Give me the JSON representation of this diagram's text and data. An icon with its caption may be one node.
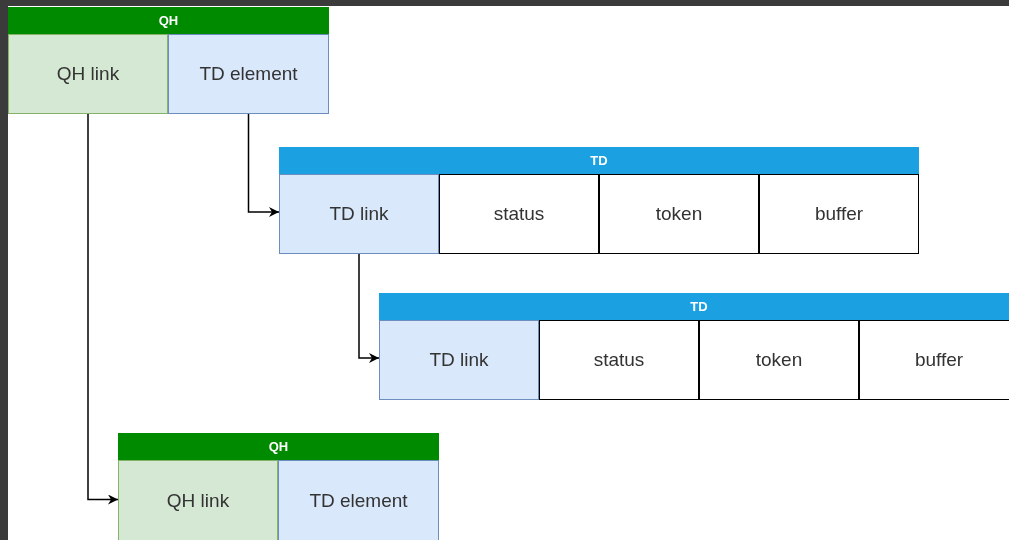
{
  "diagram": {
    "nodes": [
      {
        "text": [
          "QH"
        ]
      },
      {
        "text": [
          "QH link"
        ],
        "in": 0
      },
      {
        "text": [
          "TD element"
        ],
        "in": 0
      },
      {
        "text": [
          "TD"
        ]
      },
      {
        "text": [
          "TD link"
        ],
        "in": 3
      },
      {
        "text": [
          "status"
        ],
        "in": 3
      },
      {
        "text": [
          "token"
        ],
        "in": 3
      },
      {
        "text": [
          "buffer"
        ],
        "in": 3
      },
      {
        "text": [
          "TD"
        ]
      },
      {
        "text": [
          "TD link"
        ],
        "in": 8
      },
      {
        "text": [
          "status"
        ],
        "in": 8
      },
      {
        "text": [
          "token"
        ],
        "in": 8
      },
      {
        "text": [
          "buffer"
        ],
        "in": 8
      },
      {
        "text": [
          "QH"
        ]
      },
      {
        "text": [
          "QH link"
        ],
        "in": 13
      },
      {
        "text": [
          "TD element"
        ],
        "in": 13
      }
    ],
    "edges": [
      {
        "from": 1,
        "to": 14,
        "arrow": "to"
      },
      {
        "from": 2,
        "to": 4,
        "arrow": "to"
      },
      {
        "from": 4,
        "to": 9,
        "arrow": "to"
      }
    ]
  }
}
